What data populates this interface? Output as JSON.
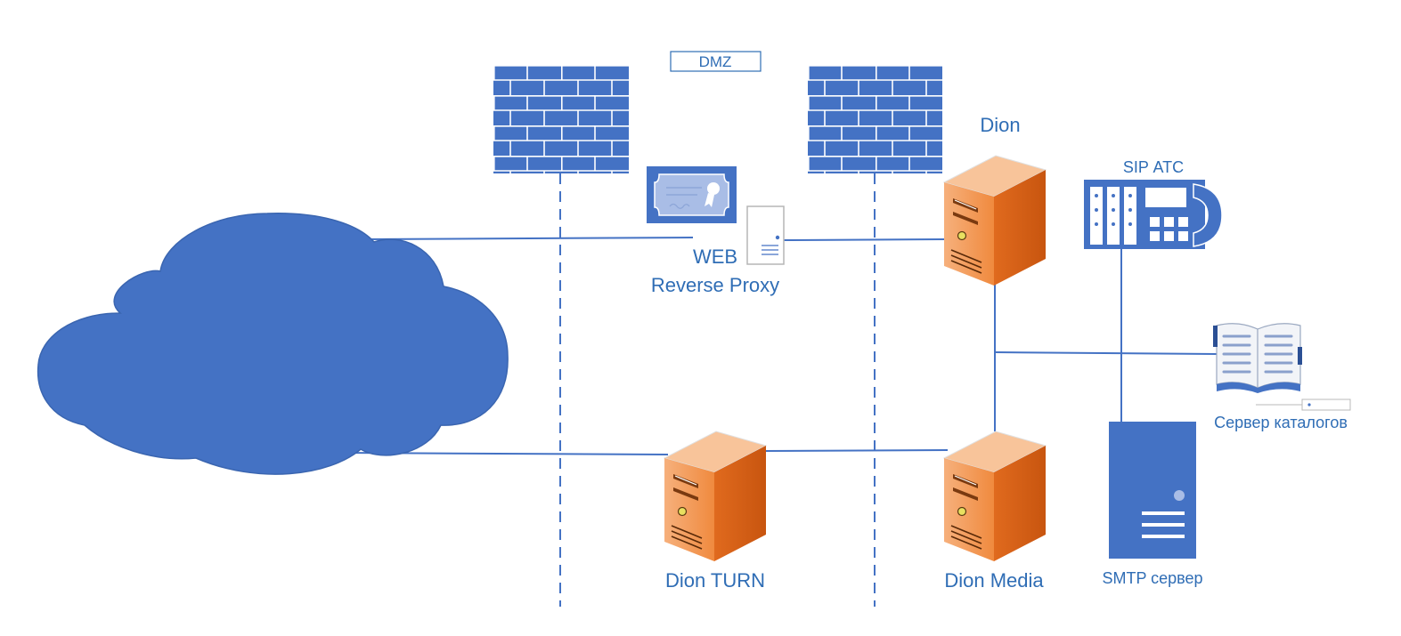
{
  "labels": {
    "dmz": "DMZ",
    "proxy_line1": "WEB",
    "proxy_line2": "Reverse Proxy",
    "dion": "Dion",
    "sip": "SIP АТС",
    "directory": "Сервер каталогов",
    "turn": "Dion TURN",
    "media": "Dion Media",
    "smtp": "SMTP сервер"
  },
  "colors": {
    "cloud": "#4472C4",
    "firewall": "#4472C4",
    "line": "#4472C4",
    "label": "#2F6DB5",
    "server_front": "#F0924A",
    "server_side": "#D9621A",
    "server_top": "#F7B27A"
  },
  "icons": [
    "cloud-icon",
    "firewall-icon",
    "certificate-icon",
    "proxy-server-icon",
    "server-icon",
    "pbx-icon",
    "book-icon",
    "tower-server-icon"
  ]
}
